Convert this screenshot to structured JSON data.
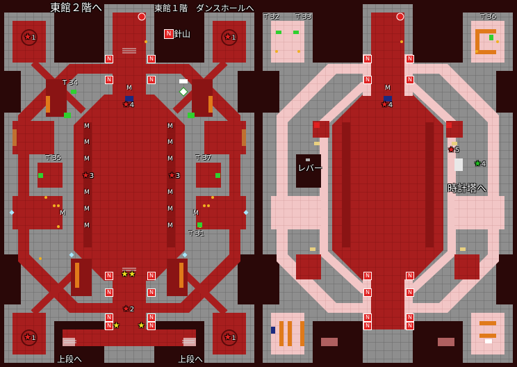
{
  "labels": {
    "east2f": "東館２階へ",
    "east1f_dance": "東館１階　ダンスホールへ",
    "harisan": "針山",
    "n_badge": "N",
    "up_left": "上段へ",
    "up_right": "上段へ",
    "lever": "レバー",
    "clocktower": "時計塔へ"
  },
  "treasures": {
    "t34": "T 34",
    "t35": "T 35",
    "t37": "T 37",
    "t31": "T 31",
    "t32": "T 32",
    "t33": "T 33",
    "t36": "T 36"
  },
  "stars": {
    "s4": "4",
    "s3l": "3",
    "s3r": "3",
    "s2": "2",
    "s1a": "1",
    "s1b": "1",
    "s1c": "1",
    "s1d": "1",
    "s4r": "4",
    "s5r": "5",
    "s4g": "4"
  },
  "markers": {
    "N": "N",
    "M": "M"
  },
  "colors": {
    "background": "#2a0808",
    "wall": "#8c8c8c",
    "floor_red": "#a81e1e",
    "floor_dark": "#7a1010",
    "floor_pink": "#f2c6c6",
    "star_red": "#e02020",
    "star_yellow": "#f0e020",
    "star_green": "#20c020"
  }
}
